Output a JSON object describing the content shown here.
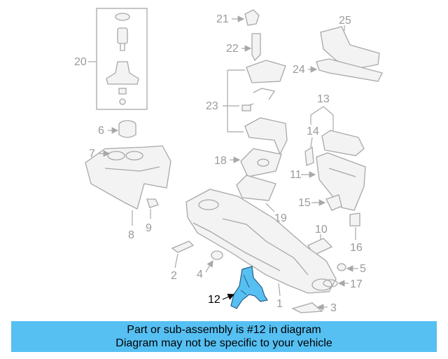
{
  "callouts": [
    "1",
    "2",
    "3",
    "4",
    "5",
    "6",
    "7",
    "8",
    "9",
    "10",
    "11",
    "12",
    "13",
    "14",
    "15",
    "16",
    "17",
    "18",
    "19",
    "20",
    "21",
    "22",
    "23",
    "24",
    "25"
  ],
  "highlighted_part": "12",
  "highlight_color": "#56c0f3",
  "banner": {
    "line1": "Part or sub-assembly is #12 in diagram",
    "line2": "Diagram may not be specific to your vehicle",
    "background": "#56c0f3"
  }
}
